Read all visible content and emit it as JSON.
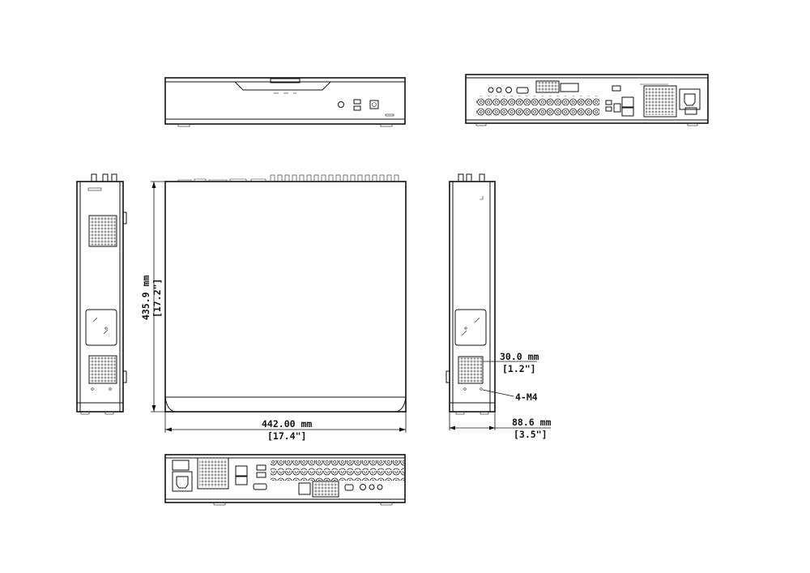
{
  "dimensions": {
    "width_mm": "442.00 mm",
    "width_in": "[17.4\"]",
    "depth_mm": "435.9 mm",
    "depth_in": "[17.2\"]",
    "foot_mm": "30.0 mm",
    "foot_in": "[1.2\"]",
    "height_mm": "88.6 mm",
    "height_in": "[3.5\"]",
    "screw_note": "4-M4"
  }
}
